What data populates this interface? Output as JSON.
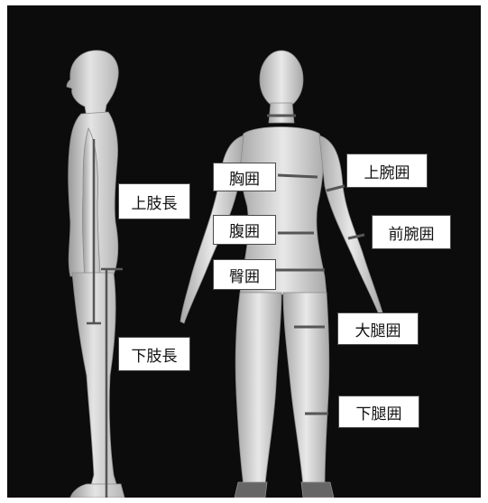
{
  "labels": {
    "upper_limb_length": "上肢長",
    "lower_limb_length": "下肢長",
    "chest": "胸囲",
    "abdomen": "腹囲",
    "hip": "臀囲",
    "upper_arm": "上腕囲",
    "forearm": "前腕囲",
    "thigh": "大腿囲",
    "calf": "下腿囲"
  },
  "colors": {
    "background": "#0c0c0c",
    "body": "#dedede",
    "measure_line": "#555555"
  }
}
